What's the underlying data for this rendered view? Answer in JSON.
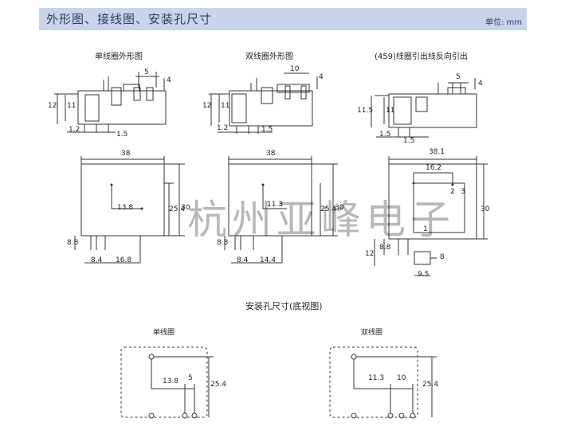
{
  "header": {
    "title": "外形图、接线图、安装孔尺寸",
    "unit": "单位: mm"
  },
  "views": {
    "single_coil": "单线圈外形图",
    "double_coil": "双线圈外形图",
    "reverse_lead": "(459)线圈引出线反向引出"
  },
  "mount": {
    "title": "安装孔尺寸(底视图)",
    "single": "单线圈",
    "double": "双线圈"
  },
  "dims": {
    "v1_top": [
      "5",
      "4",
      "12",
      "11",
      "1.2",
      "1.5"
    ],
    "v2_top": [
      "10",
      "4",
      "12",
      "11",
      "1.2",
      "1.5"
    ],
    "v3_top": [
      "5",
      "4",
      "11.5",
      "11",
      "1.5",
      "1.5"
    ],
    "v1_front": [
      "38",
      "13.8",
      "25.4",
      "30",
      "8.8",
      "8.4",
      "16.8"
    ],
    "v2_front": [
      "38",
      "11.3",
      "25.4",
      "30",
      "8.8",
      "8.4",
      "14.4"
    ],
    "v3_front": [
      "38.1",
      "16.2",
      "2",
      "3",
      "1",
      "30",
      "12",
      "8.8",
      "8",
      "9.5"
    ],
    "m1": [
      "13.8",
      "5",
      "25.4"
    ],
    "m2": [
      "11.3",
      "10",
      "25.4"
    ]
  },
  "watermark": "杭州亚峰电子"
}
